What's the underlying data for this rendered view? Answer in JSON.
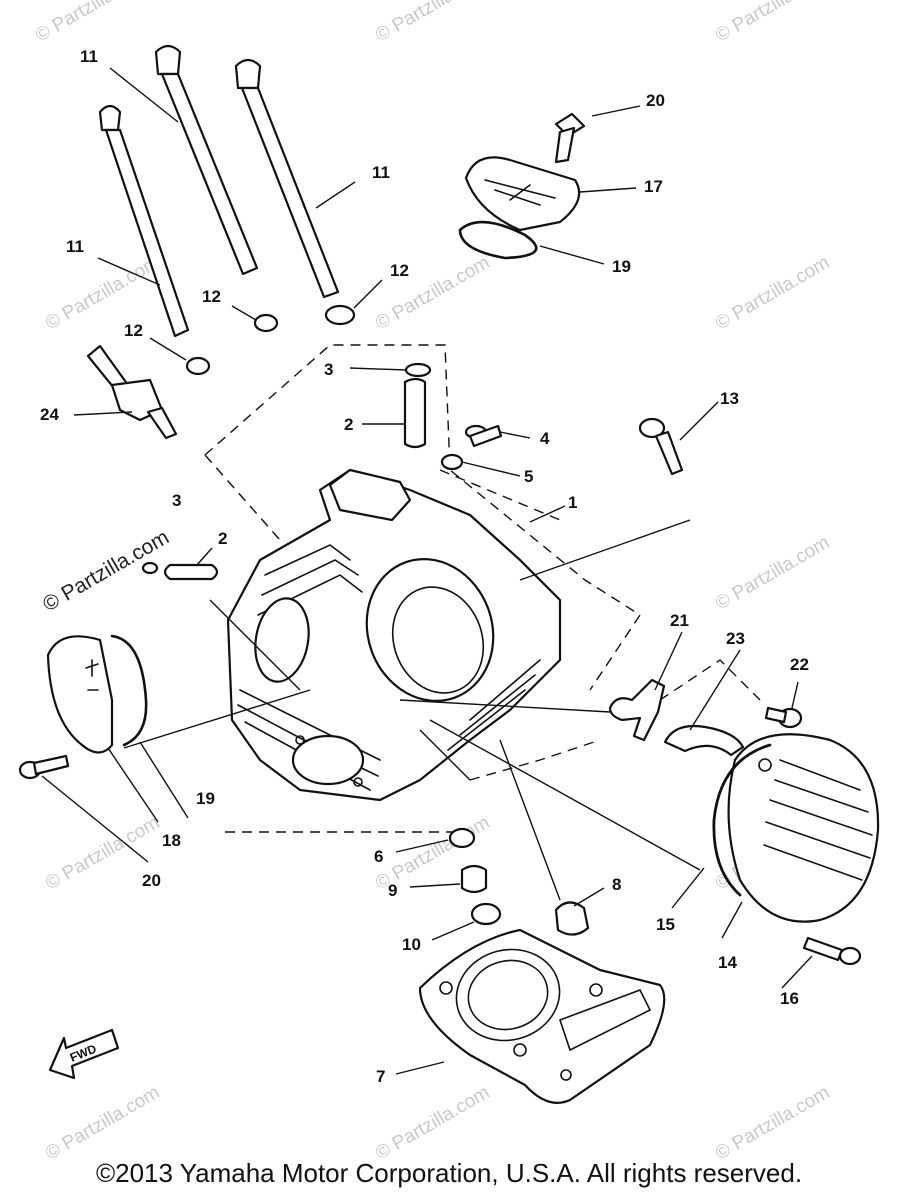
{
  "watermark": "© Partzilla.com",
  "fwd_label": "FWD",
  "copyright": "©2013 Yamaha Motor Corporation, U.S.A. All rights reserved.",
  "callouts": {
    "n11a": "11",
    "n11b": "11",
    "n11c": "11",
    "n20a": "20",
    "n17": "17",
    "n19a": "19",
    "n12a": "12",
    "n12b": "12",
    "n12c": "12",
    "n3a": "3",
    "n2a": "2",
    "n24": "24",
    "n4": "4",
    "n13": "13",
    "n5": "5",
    "n1": "1",
    "n3b": "3",
    "n2b": "2",
    "n21": "21",
    "n23": "23",
    "n22": "22",
    "n19b": "19",
    "n18": "18",
    "n20b": "20",
    "n6": "6",
    "n9": "9",
    "n8": "8",
    "n10": "10",
    "n15": "15",
    "n14": "14",
    "n16": "16",
    "n7": "7"
  }
}
